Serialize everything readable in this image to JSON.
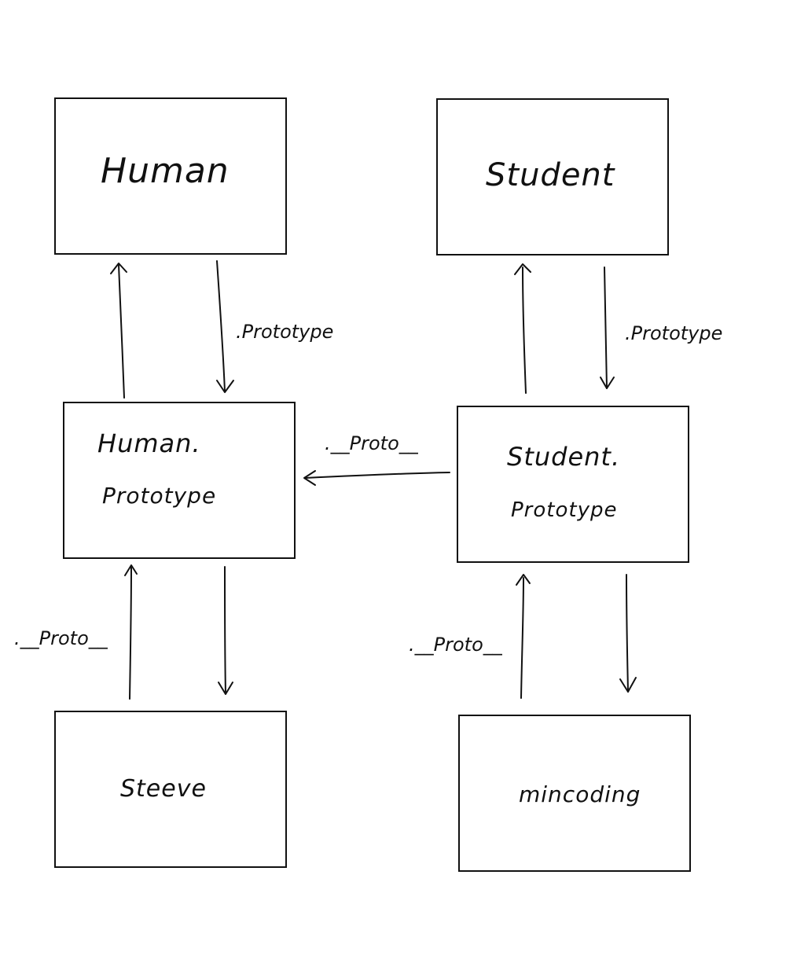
{
  "nodes": {
    "human": "Human",
    "student": "Student",
    "human_prototype_line1": "Human.",
    "human_prototype_line2": "Prototype",
    "student_prototype_line1": "Student.",
    "student_prototype_line2": "Prototype",
    "steeve": "Steeve",
    "mincoding": "mincoding"
  },
  "edges": {
    "human_to_prototype": ".Prototype",
    "student_to_prototype": ".Prototype",
    "studentproto_to_humanproto": ".__Proto__",
    "steeve_to_humanproto": ".__Proto__",
    "mincoding_to_studentproto": ".__Proto__"
  },
  "colors": {
    "ink": "#111111",
    "paper": "#ffffff"
  }
}
